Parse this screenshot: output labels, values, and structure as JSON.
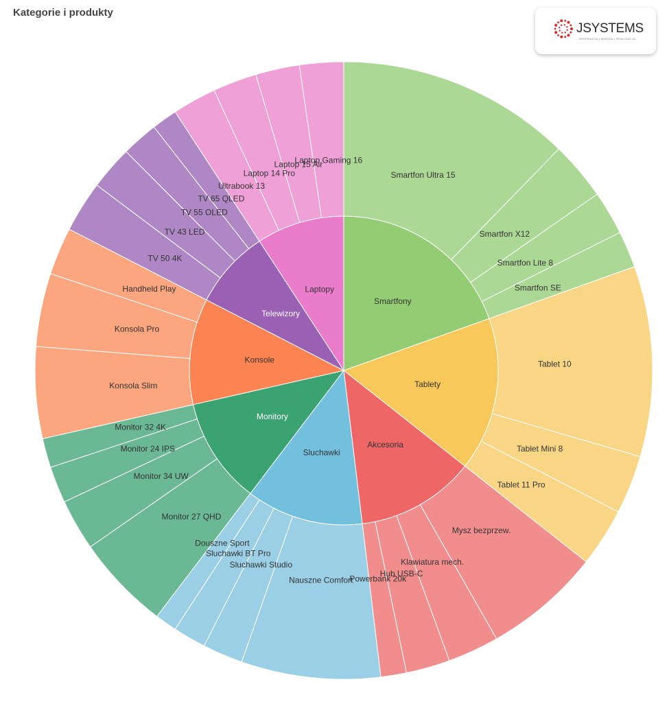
{
  "title": "Kategorie i produkty",
  "logo": {
    "text": "JSYSTEMS",
    "tagline": "INSPIRACJA | WIEDZA | REALIZACJA",
    "icon": "dotted-circle-logo-icon",
    "color": "#d62828"
  },
  "chart_data": {
    "type": "sunburst",
    "title": "Kategorie i produkty",
    "categories": [
      {
        "name": "Smartfony",
        "color": "#93cc72",
        "light": "#acd896",
        "children": [
          {
            "name": "Smartfon Ultra 15",
            "value": 32
          },
          {
            "name": "Smartfon X12",
            "value": 8
          },
          {
            "name": "Smartfon Lite 8",
            "value": 6
          },
          {
            "name": "Smartfon SE",
            "value": 5
          }
        ]
      },
      {
        "name": "Tablety",
        "color": "#f8c85a",
        "light": "#f9d686",
        "children": [
          {
            "name": "Tablet 10",
            "value": 26
          },
          {
            "name": "Tablet Mini 8",
            "value": 8
          },
          {
            "name": "Tablet 11 Pro",
            "value": 8
          }
        ]
      },
      {
        "name": "Akcesoria",
        "color": "#ee6666",
        "light": "#f18d8d",
        "children": [
          {
            "name": "Mysz bezprzew.",
            "value": 16
          },
          {
            "name": "Klawiatura mech.",
            "value": 7
          },
          {
            "name": "Hub USB-C",
            "value": 6
          },
          {
            "name": "Powerbank 20k",
            "value": 3.5
          }
        ]
      },
      {
        "name": "Sluchawki",
        "color": "#73c0de",
        "light": "#9acfe5",
        "children": [
          {
            "name": "Nauszne Comfort",
            "value": 19
          },
          {
            "name": "Sluchawki Studio",
            "value": 5.5
          },
          {
            "name": "Sluchawki BT Pro",
            "value": 4.5
          },
          {
            "name": "Douszne Sport",
            "value": 3
          }
        ]
      },
      {
        "name": "Monitory",
        "color": "#3ba272",
        "light": "#6ab894",
        "children": [
          {
            "name": "Monitor 27 QHD",
            "value": 13
          },
          {
            "name": "Monitor 34 UW",
            "value": 7
          },
          {
            "name": "Monitor 24 IPS",
            "value": 5
          },
          {
            "name": "Monitor 32 4K",
            "value": 4
          }
        ]
      },
      {
        "name": "Konsole",
        "color": "#fc8452",
        "light": "#fba67f",
        "children": [
          {
            "name": "Konsola Slim",
            "value": 12.5
          },
          {
            "name": "Konsola Pro",
            "value": 10
          },
          {
            "name": "Handheld Play",
            "value": 6.5
          }
        ]
      },
      {
        "name": "Telewizory",
        "color": "#9a60b4",
        "light": "#b087c5",
        "children": [
          {
            "name": "TV 50 4K",
            "value": 7
          },
          {
            "name": "TV 43 LED",
            "value": 6
          },
          {
            "name": "TV 55 OLED",
            "value": 5
          },
          {
            "name": "TV 65 QLED",
            "value": 3.5
          }
        ]
      },
      {
        "name": "Laptopy",
        "color": "#ea7ccc",
        "light": "#eea0d7",
        "children": [
          {
            "name": "Ultrabook 13",
            "value": 6
          },
          {
            "name": "Laptop 14 Pro",
            "value": 6
          },
          {
            "name": "Laptop 15 Air",
            "value": 6
          },
          {
            "name": "Laptop Gaming 16",
            "value": 6
          }
        ]
      }
    ]
  }
}
